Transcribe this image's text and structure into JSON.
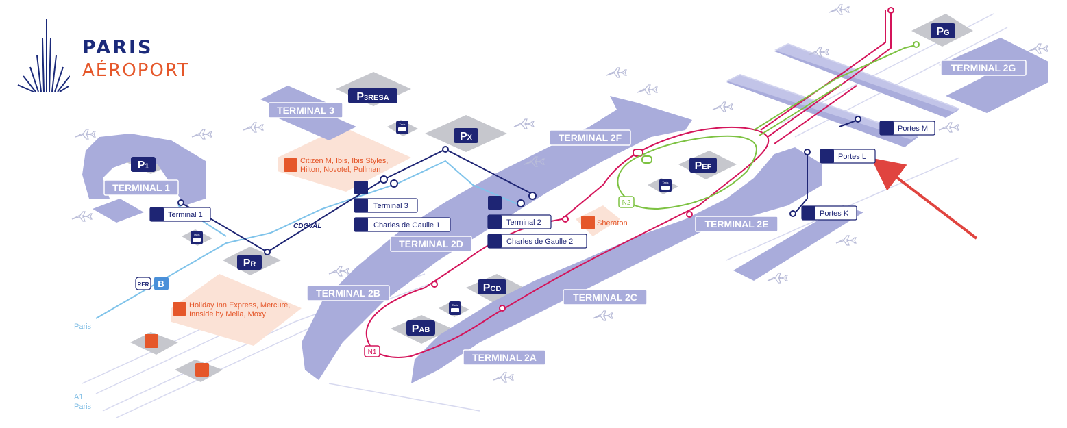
{
  "brand": {
    "line1": "PARIS",
    "line2": "AÉROPORT"
  },
  "colors": {
    "navy": "#1e2574",
    "building": "#a9acdb",
    "building_top": "#c9cbec",
    "parking_gray": "#c6c7cd",
    "hotel_orange": "#e5572a",
    "hotel_area": "#fbe2d6",
    "n1_pink": "#d4145a",
    "n2_green": "#7dc242",
    "cdgval_blue": "#7fc3ea",
    "arrow_red": "#e0443f",
    "road_gray": "#c5c8e8"
  },
  "terminals": [
    "TERMINAL 1",
    "TERMINAL 3",
    "TERMINAL 2F",
    "TERMINAL 2G",
    "TERMINAL 2D",
    "TERMINAL 2E",
    "TERMINAL 2B",
    "TERMINAL 2C",
    "TERMINAL 2A"
  ],
  "parkings": [
    {
      "main": "P",
      "sub": "1"
    },
    {
      "main": "P",
      "sub": "3RESA"
    },
    {
      "main": "P",
      "sub": "X"
    },
    {
      "main": "P",
      "sub": "G"
    },
    {
      "main": "P",
      "sub": "EF"
    },
    {
      "main": "P",
      "sub": "R"
    },
    {
      "main": "P",
      "sub": "CD"
    },
    {
      "main": "P",
      "sub": "AB"
    }
  ],
  "stations": [
    "Terminal 1",
    "Terminal 3",
    "Charles de Gaulle 1",
    "Terminal 2",
    "Charles de Gaulle 2",
    "Portes M",
    "Portes L",
    "Portes K"
  ],
  "hotels": {
    "t3_line1": "Citizen M,  Ibis, Ibis Styles,",
    "t3_line2": "Hilton, Novotel, Pullman",
    "sheraton": "Sheraton",
    "pr_line1": "Holiday Inn Express, Mercure,",
    "pr_line2": "Innside by Melia, Moxy"
  },
  "lines": {
    "cdgval": "CDGVAL",
    "n1": "N1",
    "n2": "N2",
    "rer": "RER",
    "rer_line": "B"
  },
  "taxi_label": "Taxis",
  "destinations": {
    "paris": "Paris",
    "a1": "A1",
    "a1_paris": "Paris"
  }
}
